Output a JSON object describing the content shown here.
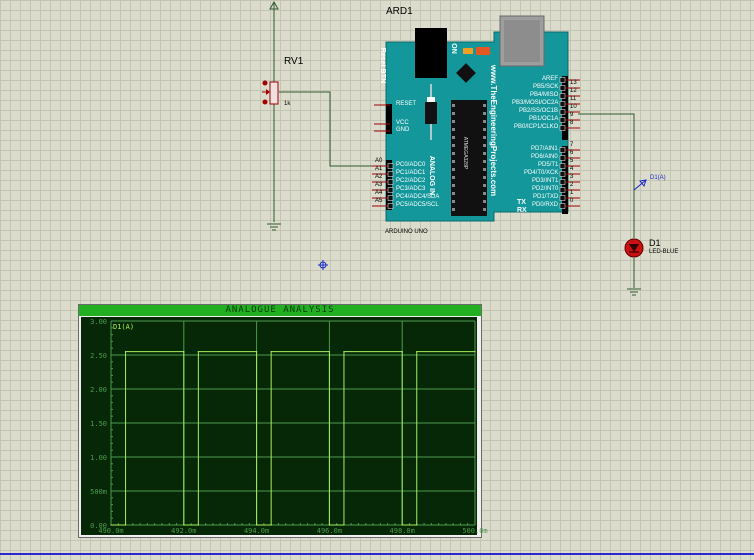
{
  "schematic": {
    "arduino": {
      "ref": "ARD1",
      "model": "ARDUINO UNO",
      "site_text": "www.TheEngineeringProjects.com",
      "reset_label": "Reset BTN",
      "on_label": "ON",
      "analog_label": "ANALOG IN",
      "tx": "TX",
      "rx": "RX",
      "chip_text": "ATMEGA328P",
      "left_power": [
        "RESET",
        "VCC",
        "GND"
      ],
      "analog_pins": [
        {
          "outer": "A0",
          "inner": "PC0/ADC0"
        },
        {
          "outer": "A1",
          "inner": "PC1/ADC1"
        },
        {
          "outer": "A2",
          "inner": "PC2/ADC2"
        },
        {
          "outer": "A3",
          "inner": "PC3/ADC3"
        },
        {
          "outer": "A4",
          "inner": "PC4/ADC4/SDA"
        },
        {
          "outer": "A5",
          "inner": "PC5/ADC5/SCL"
        }
      ],
      "digital_top": [
        {
          "label": "AREF",
          "num": ""
        },
        {
          "label": "PB5/SCK",
          "num": "13"
        },
        {
          "label": "PB4/MISO",
          "num": "12"
        },
        {
          "label": "PB3/MOSI/OC2A",
          "num": "11"
        },
        {
          "label": "PB2/SS/OC1B",
          "num": "10"
        },
        {
          "label": "PB1/OC1A",
          "num": "9"
        },
        {
          "label": "PB0/ICP1/CLKO",
          "num": "8"
        }
      ],
      "digital_bottom": [
        {
          "label": "PD7/AIN1",
          "num": "7"
        },
        {
          "label": "PD6/AIN0",
          "num": "6"
        },
        {
          "label": "PD5/T1",
          "num": "5"
        },
        {
          "label": "PD4/T0/XCK",
          "num": "4"
        },
        {
          "label": "PD3/INT1",
          "num": "3"
        },
        {
          "label": "PD2/INT0",
          "num": "2"
        },
        {
          "label": "PD1/TXD",
          "num": "1"
        },
        {
          "label": "PD0/RXD",
          "num": "0"
        }
      ]
    },
    "potentiometer": {
      "ref": "RV1",
      "value": "1k"
    },
    "led": {
      "ref": "D1",
      "type": "LED-BLUE"
    },
    "probe": {
      "label": "D1(A)"
    }
  },
  "graph": {
    "title": "ANALOGUE ANALYSIS",
    "trace_label": "D1(A)",
    "y_labels": [
      "3.00",
      "2.50",
      "2.00",
      "1.50",
      "1.00",
      "500m",
      "0.00"
    ],
    "x_labels": [
      "490.0m",
      "492.0m",
      "494.0m",
      "496.0m",
      "498.0m",
      "500.0m"
    ]
  },
  "colors": {
    "board": "#14979a",
    "wire": "#2e5a2e",
    "graph_bg": "#062806",
    "graph_grid": "#4e9a4e",
    "trace": "#a8ee5a",
    "title_bar": "#22b022",
    "led_red": "#cc1010",
    "pin_red": "#a00000"
  },
  "chart_data": {
    "type": "line",
    "title": "ANALOGUE ANALYSIS",
    "xlabel": "",
    "ylabel": "",
    "xlim": [
      490.0,
      500.0
    ],
    "ylim": [
      0.0,
      3.0
    ],
    "x_ticks": [
      "490.0m",
      "492.0m",
      "494.0m",
      "496.0m",
      "498.0m",
      "500.0m"
    ],
    "y_ticks": [
      "0.00",
      "500m",
      "1.00",
      "1.50",
      "2.00",
      "2.50",
      "3.00"
    ],
    "grid": true,
    "legend": "top-left",
    "series": [
      {
        "name": "D1(A)",
        "x": [
          490.0,
          490.4,
          490.4,
          492.0,
          492.0,
          492.4,
          492.4,
          494.0,
          494.0,
          494.4,
          494.4,
          496.0,
          496.0,
          496.4,
          496.4,
          498.0,
          498.0,
          498.4,
          498.4,
          500.0
        ],
        "values": [
          0.0,
          0.0,
          2.55,
          2.55,
          0.0,
          0.0,
          2.55,
          2.55,
          0.0,
          0.0,
          2.55,
          2.55,
          0.0,
          0.0,
          2.55,
          2.55,
          0.0,
          0.0,
          2.55,
          2.55
        ]
      }
    ]
  }
}
